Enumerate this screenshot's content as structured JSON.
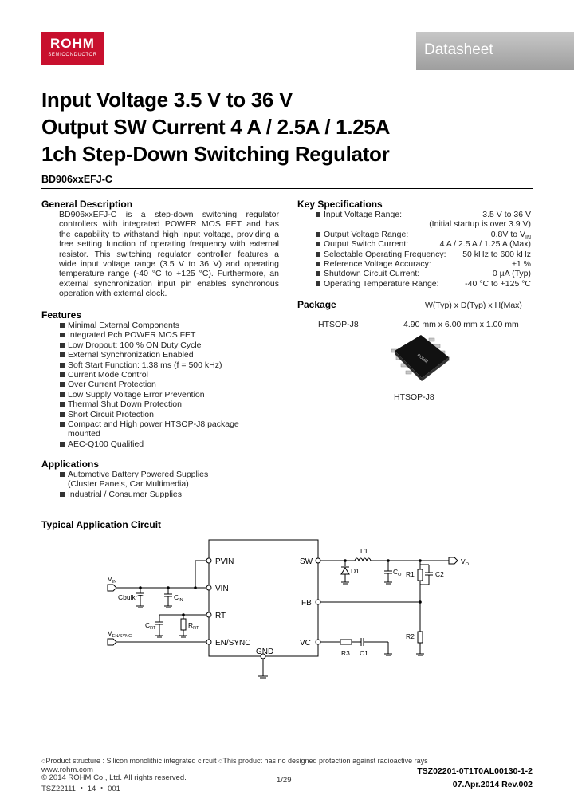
{
  "header": {
    "logo_text": "ROHM",
    "logo_sub": "SEMICONDUCTOR",
    "doc_type": "Datasheet"
  },
  "title": {
    "line1": "Input Voltage 3.5 V to 36 V",
    "line2": "Output SW Current 4 A / 2.5A / 1.25A",
    "line3": "1ch Step-Down Switching Regulator"
  },
  "part_number": "BD906xxEFJ-C",
  "general_description": {
    "heading": "General Description",
    "lines": [
      "BD906xxEFJ-C is a step-down switching regulator",
      "controllers with integrated POWER MOS FET and has",
      "the capability to withstand high input voltage, providing a",
      "free setting function of operating frequency with external",
      "resistor. This switching regulator controller features a",
      "wide input voltage range (3.5 V to 36 V) and operating",
      "temperature range (-40 °C to +125 °C). Furthermore, an",
      "external synchronization input pin enables synchronous",
      "operation with external clock."
    ]
  },
  "features": {
    "heading": "Features",
    "items": [
      "Minimal External Components",
      "Integrated Pch POWER MOS FET",
      "Low Dropout: 100 % ON Duty Cycle",
      "External Synchronization Enabled",
      "Soft Start Function: 1.38 ms (f = 500 kHz)",
      "Current Mode Control",
      "Over Current Protection",
      "Low Supply Voltage Error Prevention",
      "Thermal Shut Down Protection",
      "Short Circuit Protection",
      "Compact and High power HTSOP-J8 package mounted",
      "AEC-Q100 Qualified"
    ]
  },
  "applications": {
    "heading": "Applications",
    "items": [
      "Automotive Battery Powered Supplies (Cluster Panels, Car Multimedia)",
      "Industrial / Consumer Supplies"
    ]
  },
  "key_specifications": {
    "heading": "Key Specifications",
    "rows": [
      {
        "label": "Input Voltage Range:",
        "value": "3.5 V to 36 V"
      },
      {
        "label": "",
        "value": "(Initial startup is over 3.9 V)"
      },
      {
        "label": "Output Voltage Range:",
        "value": "0.8V to V",
        "value_sub": "IN"
      },
      {
        "label": "Output Switch Current:",
        "value": "4 A / 2.5 A / 1.25 A (Max)"
      },
      {
        "label": "Selectable Operating Frequency:",
        "value": "50 kHz to 600 kHz"
      },
      {
        "label": "Reference Voltage Accuracy:",
        "value": "±1 %"
      },
      {
        "label": "Shutdown Circuit Current:",
        "value": "0 µA (Typ)"
      },
      {
        "label": "Operating Temperature Range:",
        "value": "-40 °C to +125 °C"
      }
    ]
  },
  "package": {
    "heading": "Package",
    "dims_header": "W(Typ) x D(Typ) x H(Max)",
    "name": "HTSOP-J8",
    "dims": "4.90 mm x 6.00 mm x 1.00 mm",
    "image_caption": "HTSOP-J8",
    "chip_marking": "ROHM"
  },
  "circuit": {
    "heading": "Typical Application Circuit",
    "pins_left": [
      "PVIN",
      "VIN",
      "RT",
      "EN/SYNC"
    ],
    "pins_right": [
      "SW",
      "FB",
      "VC"
    ],
    "pin_bottom": "GND",
    "labels": {
      "vin": "V",
      "vin_sub": "IN",
      "ven": "V",
      "ven_sub": "EN/SYNC",
      "vo": "V",
      "vo_sub": "O",
      "cbulk": "Cbulk",
      "cin": "C",
      "cin_sub": "IN",
      "crt": "C",
      "crt_sub": "RT",
      "rrt": "R",
      "rrt_sub": "RT",
      "l1": "L1",
      "d1": "D1",
      "co": "C",
      "co_sub": "O",
      "r1": "R1",
      "c2": "C2",
      "r2": "R2",
      "r3": "R3",
      "c1": "C1"
    }
  },
  "footer": {
    "note": "○Product structure : Silicon monolithic integrated circuit  ○This product has no designed protection against radioactive rays",
    "site": "www.rohm.com",
    "copyright": "© 2014 ROHM Co., Ltd. All rights reserved.",
    "code": "TSZ22111 ・ 14 ・ 001",
    "page": "1/29",
    "doc_id": "TSZ02201-0T1T0AL00130-1-2",
    "date": "07.Apr.2014  Rev.002"
  }
}
